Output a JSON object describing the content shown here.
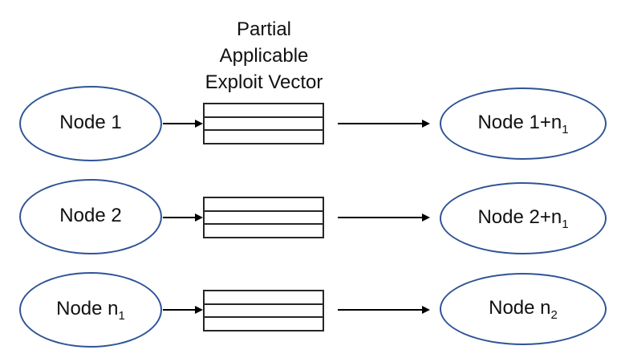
{
  "background": "#FFFFFF",
  "colors": {
    "ellipse_stroke": "#2F5496",
    "box_stroke": "#262626",
    "arrow": "#000000",
    "text": "#111111"
  },
  "title": {
    "lines": [
      "Partial",
      "Applicable",
      "Exploit Vector"
    ]
  },
  "vector_box": {
    "cell_count": 3
  },
  "rows": [
    {
      "left": {
        "text": "Node 1",
        "sub": ""
      },
      "right": {
        "text": "Node 1+n",
        "sub": "1"
      }
    },
    {
      "left": {
        "text": "Node 2",
        "sub": ""
      },
      "right": {
        "text": "Node 2+n",
        "sub": "1"
      }
    },
    {
      "left": {
        "text": "Node n",
        "sub": "1"
      },
      "right": {
        "text": "Node n",
        "sub": "2"
      }
    }
  ]
}
